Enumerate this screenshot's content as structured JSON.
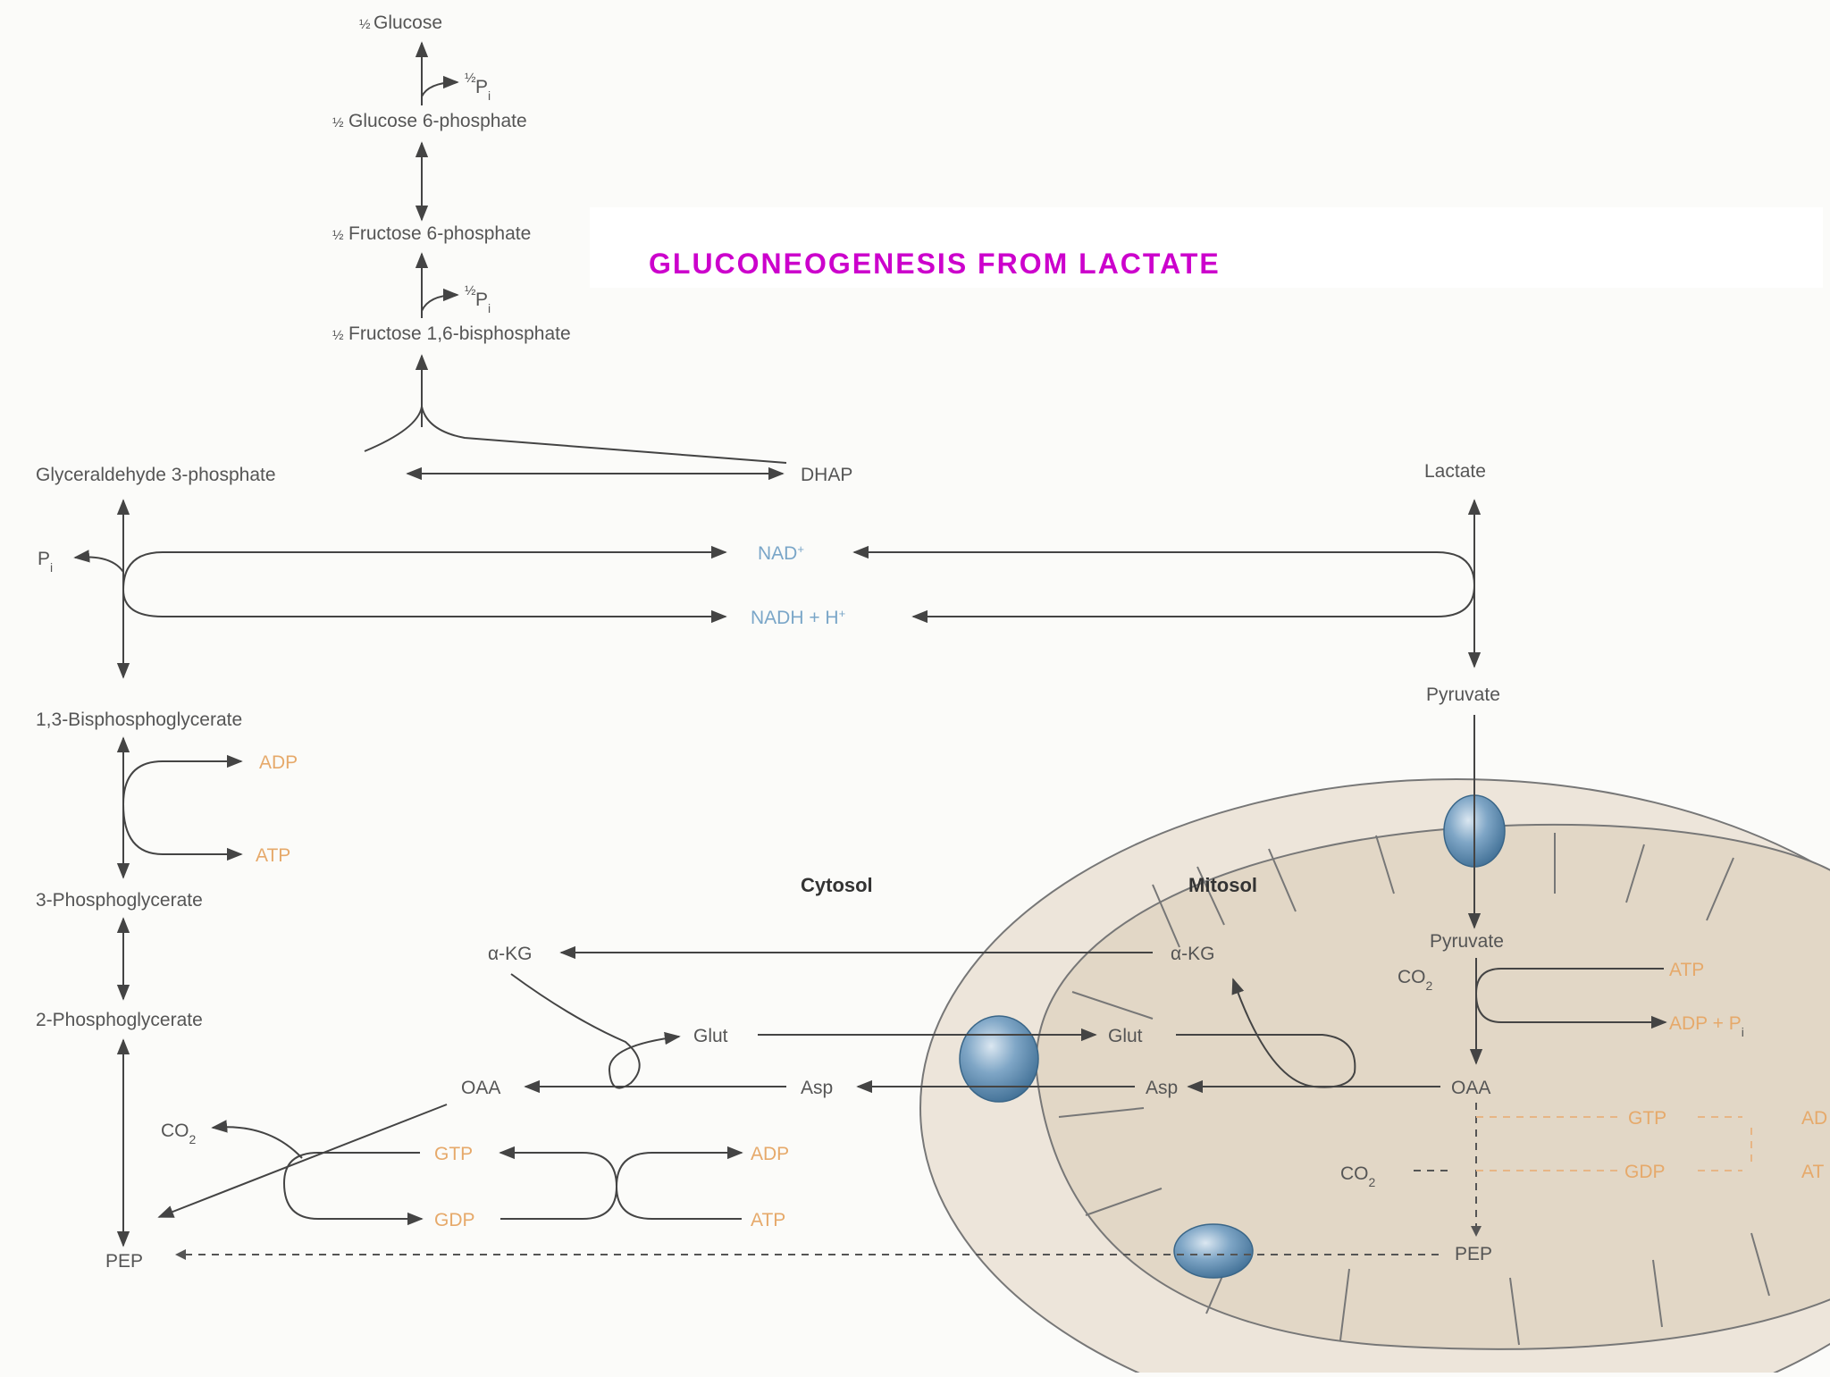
{
  "title": "GLUCONEOGENESIS FROM LACTATE",
  "compartments": {
    "cytosol": "Cytosol",
    "mitosol": "Mitosol"
  },
  "fractions": {
    "half": "½"
  },
  "upper_chain": {
    "glucose": "Glucose",
    "glucose6p": "Glucose 6-phosphate",
    "fructose6p": "Fructose 6-phosphate",
    "fructose16bp": "Fructose 1,6-bisphosphate",
    "pi": "P",
    "pi_sub": "i"
  },
  "left_column": {
    "g3p": "Glyceraldehyde 3-phosphate",
    "dhap": "DHAP",
    "pi": "P",
    "pi_sub": "i",
    "bpg13": "1,3-Bisphosphoglycerate",
    "adp": "ADP",
    "atp": "ATP",
    "pg3": "3-Phosphoglycerate",
    "pg2": "2-Phosphoglycerate",
    "pep": "PEP",
    "co2": "CO",
    "co2_sub": "2"
  },
  "redox": {
    "nad": "NAD",
    "nad_sup": "+",
    "nadh": "NADH + H",
    "nadh_sup": "+"
  },
  "right_column": {
    "lactate": "Lactate",
    "pyruvate": "Pyruvate"
  },
  "cytosol_shuttle": {
    "akg": "α-KG",
    "glut": "Glut",
    "oaa": "OAA",
    "asp": "Asp",
    "gtp": "GTP",
    "gdp": "GDP",
    "adp": "ADP",
    "atp": "ATP"
  },
  "mitosol_shuttle": {
    "pyruvate": "Pyruvate",
    "co2": "CO",
    "co2_sub": "2",
    "atp": "ATP",
    "adp_pi": "ADP + P",
    "pi_sub": "i",
    "akg": "α-KG",
    "glut": "Glut",
    "asp": "Asp",
    "oaa": "OAA",
    "gtp": "GTP",
    "gdp": "GDP",
    "co2b": "CO",
    "pep": "PEP",
    "adp_partial": "AD",
    "atp_partial": "AT"
  },
  "colors": {
    "title": "#cc00cc",
    "redox_text": "#7aa6c8",
    "energy_text": "#e6a96a",
    "mitochondrion_fill": "#e6ddd0",
    "transporter": "#5f8fb1"
  }
}
